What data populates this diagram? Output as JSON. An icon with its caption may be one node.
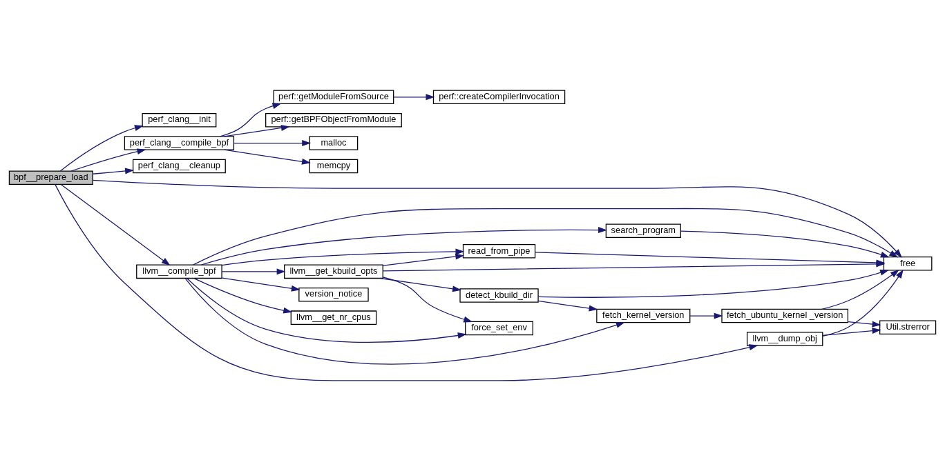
{
  "diagram": {
    "nodes": [
      {
        "text": [
          "bpf__prepare_load"
        ]
      },
      {
        "text": [
          "perf_clang__init"
        ]
      },
      {
        "text": [
          "perf_clang__compile_bpf"
        ]
      },
      {
        "text": [
          "perf_clang__cleanup"
        ]
      },
      {
        "text": [
          "llvm__compile_bpf"
        ]
      },
      {
        "text": [
          "malloc"
        ]
      },
      {
        "text": [
          "memcpy"
        ]
      },
      {
        "text": [
          "perf::getModuleFromSource"
        ]
      },
      {
        "text": [
          "perf::getBPFObjectFromModule"
        ]
      },
      {
        "text": [
          "perf::createCompilerInvocation"
        ]
      },
      {
        "text": [
          "free"
        ]
      },
      {
        "text": [
          "search_program"
        ]
      },
      {
        "text": [
          "read_from_pipe"
        ]
      },
      {
        "text": [
          "llvm__get_kbuild_opts"
        ]
      },
      {
        "text": [
          "version_notice"
        ]
      },
      {
        "text": [
          "llvm__get_nr_cpus"
        ]
      },
      {
        "text": [
          "force_set_env"
        ]
      },
      {
        "text": [
          "detect_kbuild_dir"
        ]
      },
      {
        "text": [
          "fetch_kernel_version"
        ]
      },
      {
        "text": [
          "fetch_ubuntu_kernel _version"
        ]
      },
      {
        "text": [
          "llvm__dump_obj"
        ]
      },
      {
        "text": [
          "Util.strerror"
        ]
      }
    ],
    "edges": [
      {
        "from": 0,
        "to": 1,
        "arrow": "to"
      },
      {
        "from": 0,
        "to": 2,
        "arrow": "to"
      },
      {
        "from": 0,
        "to": 3,
        "arrow": "to"
      },
      {
        "from": 0,
        "to": 10,
        "arrow": "to"
      },
      {
        "from": 0,
        "to": 4,
        "arrow": "to"
      },
      {
        "from": 0,
        "to": 20,
        "arrow": "to"
      },
      {
        "from": 2,
        "to": 5,
        "arrow": "to"
      },
      {
        "from": 2,
        "to": 6,
        "arrow": "to"
      },
      {
        "from": 2,
        "to": 7,
        "arrow": "to"
      },
      {
        "from": 2,
        "to": 8,
        "arrow": "to"
      },
      {
        "from": 7,
        "to": 9,
        "arrow": "to"
      },
      {
        "from": 4,
        "to": 10,
        "arrow": "to"
      },
      {
        "from": 4,
        "to": 11,
        "arrow": "to"
      },
      {
        "from": 4,
        "to": 12,
        "arrow": "to"
      },
      {
        "from": 4,
        "to": 13,
        "arrow": "to"
      },
      {
        "from": 4,
        "to": 14,
        "arrow": "to"
      },
      {
        "from": 4,
        "to": 15,
        "arrow": "to"
      },
      {
        "from": 4,
        "to": 16,
        "arrow": "to"
      },
      {
        "from": 4,
        "to": 18,
        "arrow": "to"
      },
      {
        "from": 11,
        "to": 10,
        "arrow": "to"
      },
      {
        "from": 12,
        "to": 10,
        "arrow": "to"
      },
      {
        "from": 13,
        "to": 12,
        "arrow": "to"
      },
      {
        "from": 13,
        "to": 10,
        "arrow": "to"
      },
      {
        "from": 13,
        "to": 17,
        "arrow": "to"
      },
      {
        "from": 13,
        "to": 16,
        "arrow": "to"
      },
      {
        "from": 17,
        "to": 10,
        "arrow": "to"
      },
      {
        "from": 17,
        "to": 18,
        "arrow": "to"
      },
      {
        "from": 18,
        "to": 19,
        "arrow": "to"
      },
      {
        "from": 19,
        "to": 10,
        "arrow": "to"
      },
      {
        "from": 19,
        "to": 21,
        "arrow": "to"
      },
      {
        "from": 20,
        "to": 10,
        "arrow": "to"
      },
      {
        "from": 20,
        "to": 21,
        "arrow": "to"
      }
    ]
  }
}
